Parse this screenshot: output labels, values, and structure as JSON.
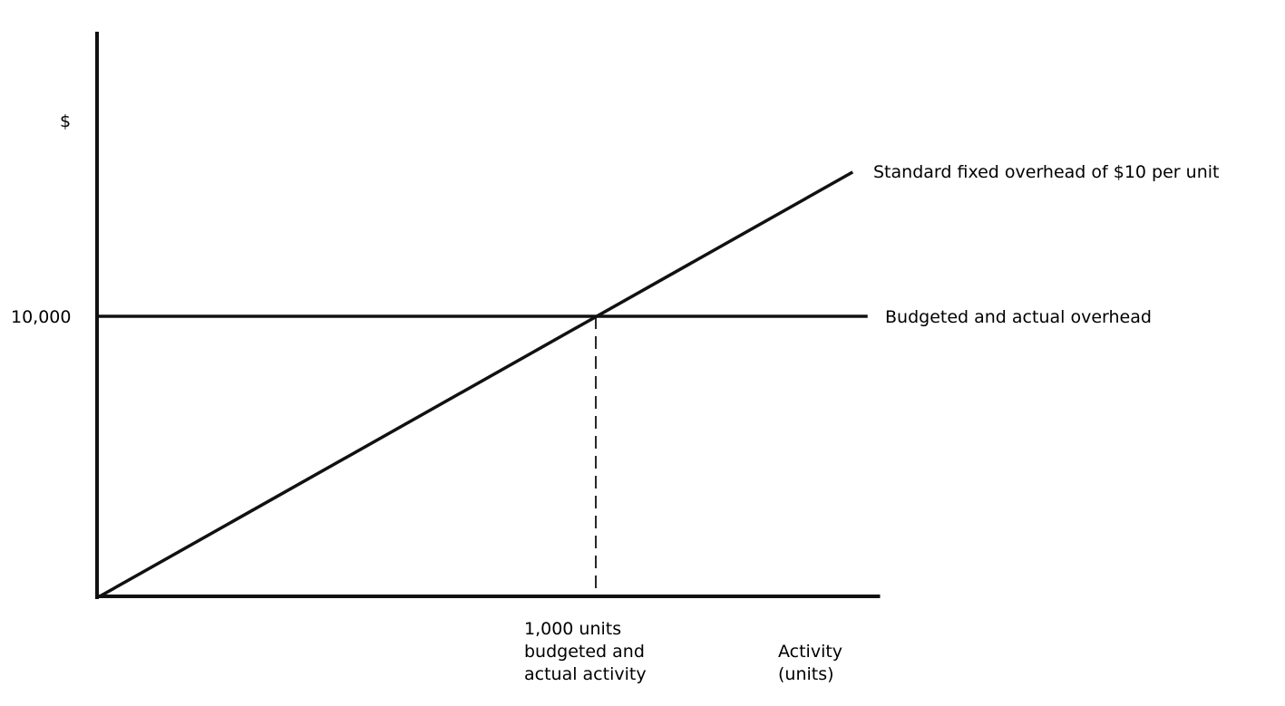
{
  "chart_data": {
    "type": "line",
    "title": "",
    "ylabel": "$",
    "xlabel": "Activity\n(units)",
    "xlabel_lines": [
      "Activity",
      "(units)"
    ],
    "xlim": [
      0,
      1570
    ],
    "ylim": [
      0,
      20200
    ],
    "grid": false,
    "y_ticks": [
      {
        "value": 10000,
        "label": "10,000"
      }
    ],
    "x_marker": {
      "value": 1000,
      "label_lines": [
        "1,000 units",
        "budgeted and",
        "actual activity"
      ],
      "style": "dashed"
    },
    "series": [
      {
        "name": "Standard fixed overhead of $10 per unit",
        "x": [
          0,
          1515
        ],
        "y": [
          0,
          15150
        ]
      },
      {
        "name": "Budgeted and actual overhead",
        "x": [
          0,
          1545
        ],
        "y": [
          10000,
          10000
        ]
      }
    ]
  }
}
